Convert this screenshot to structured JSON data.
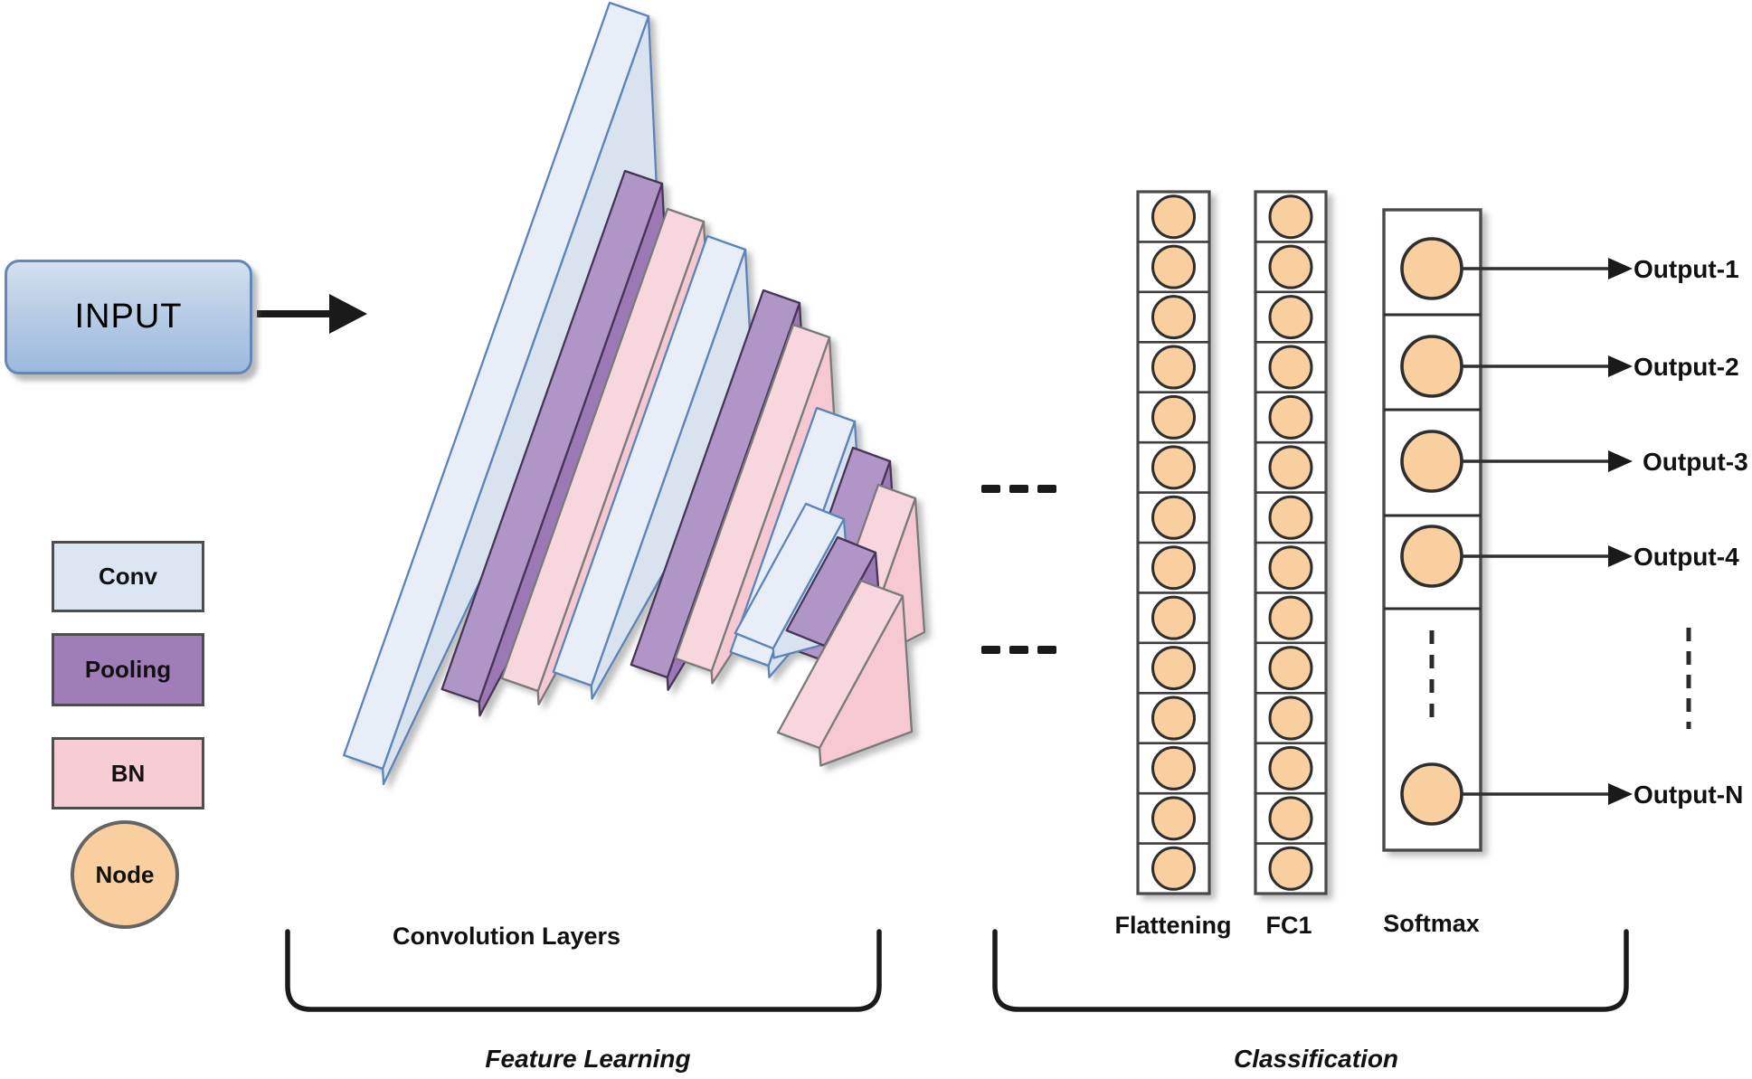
{
  "input": {
    "label": "INPUT"
  },
  "legend": {
    "items": [
      {
        "id": "conv",
        "label": "Conv"
      },
      {
        "id": "pooling",
        "label": "Pooling"
      },
      {
        "id": "bn",
        "label": "BN"
      },
      {
        "id": "node",
        "label": "Node"
      }
    ]
  },
  "conv_stack": {
    "label": "Convolution Layers",
    "groups": [
      [
        "conv",
        "pooling",
        "bn"
      ],
      [
        "conv",
        "pooling",
        "bn"
      ],
      [
        "conv",
        "pooling",
        "bn"
      ],
      [
        "conv",
        "pooling",
        "bn"
      ]
    ]
  },
  "columns": {
    "flattening": {
      "label": "Flattening",
      "nodes": 14
    },
    "fc1": {
      "label": "FC1",
      "nodes": 14
    },
    "softmax": {
      "label": "Softmax",
      "visible_nodes": 5
    }
  },
  "outputs": {
    "labels": [
      "Output-1",
      "Output-2",
      "Output-3",
      "Output-4",
      "Output-N"
    ]
  },
  "sections": {
    "feature_learning": "Feature Learning",
    "classification": "Classification"
  },
  "colors": {
    "conv_front": "#d9e3f0",
    "conv_top": "#e8eef7",
    "conv_stroke": "#5b84b8",
    "pool_front": "#9c79b5",
    "pool_top": "#b095c7",
    "pool_stroke": "#473659",
    "bn_front": "#f5c8d2",
    "bn_top": "#f7d6dd",
    "bn_stroke": "#7a7a7a",
    "node_fill": "#f9cf9f",
    "node_stroke": "#2f2f2f",
    "line": "#1a1a1a"
  }
}
